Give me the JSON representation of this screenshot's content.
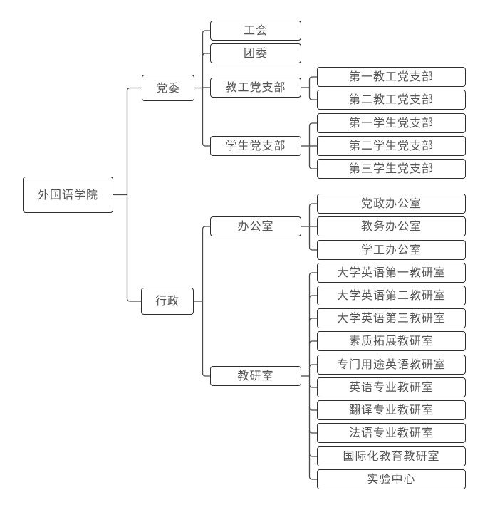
{
  "root": {
    "label": "外国语学院"
  },
  "branches": [
    {
      "label": "党委",
      "children": [
        {
          "label": "工会"
        },
        {
          "label": "团委"
        },
        {
          "label": "教工党支部",
          "children": [
            "第一教工党支部",
            "第二教工党支部"
          ]
        },
        {
          "label": "学生党支部",
          "children": [
            "第一学生党支部",
            "第二学生党支部",
            "第三学生党支部"
          ]
        }
      ]
    },
    {
      "label": "行政",
      "children": [
        {
          "label": "办公室",
          "children": [
            "党政办公室",
            "教务办公室",
            "学工办公室"
          ]
        },
        {
          "label": "教研室",
          "children": [
            "大学英语第一教研室",
            "大学英语第二教研室",
            "大学英语第三教研室",
            "素质拓展教研室",
            "专门用途英语教研室",
            "英语专业教研室",
            "翻译专业教研室",
            "法语专业教研室",
            "国际化教育教研室",
            "实验中心"
          ]
        }
      ]
    }
  ]
}
